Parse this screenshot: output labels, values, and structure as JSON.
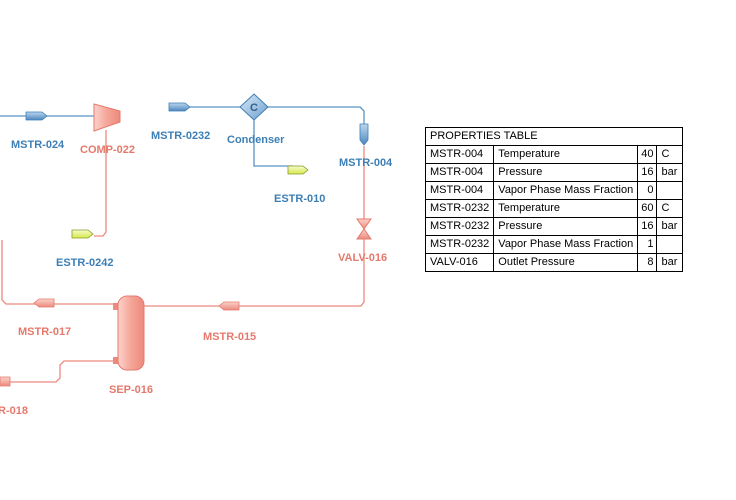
{
  "labels": {
    "mstr_024": "MSTR-024",
    "comp_022": "COMP-022",
    "mstr_0232": "MSTR-0232",
    "condenser": "Condenser",
    "condenser_symbol": "C",
    "mstr_004": "MSTR-004",
    "estr_010": "ESTR-010",
    "estr_0242": "ESTR-0242",
    "valv_016": "VALV-016",
    "mstr_017": "MSTR-017",
    "mstr_015": "MSTR-015",
    "sep_016": "SEP-016",
    "mstr_018": "R-018"
  },
  "colors": {
    "material_blue": "#3d7fb5",
    "material_red": "#e6796c",
    "energy_yellow": "#e2f06b"
  },
  "table": {
    "title": "PROPERTIES TABLE",
    "rows": [
      {
        "stream": "MSTR-004",
        "property": "Temperature",
        "value": "40",
        "unit": "C"
      },
      {
        "stream": "MSTR-004",
        "property": "Pressure",
        "value": "16",
        "unit": "bar"
      },
      {
        "stream": "MSTR-004",
        "property": "Vapor Phase Mass Fraction",
        "value": "0",
        "unit": ""
      },
      {
        "stream": "MSTR-0232",
        "property": "Temperature",
        "value": "60",
        "unit": "C"
      },
      {
        "stream": "MSTR-0232",
        "property": "Pressure",
        "value": "16",
        "unit": "bar"
      },
      {
        "stream": "MSTR-0232",
        "property": "Vapor Phase Mass Fraction",
        "value": "1",
        "unit": ""
      },
      {
        "stream": "VALV-016",
        "property": "Outlet Pressure",
        "value": "8",
        "unit": "bar"
      }
    ]
  }
}
